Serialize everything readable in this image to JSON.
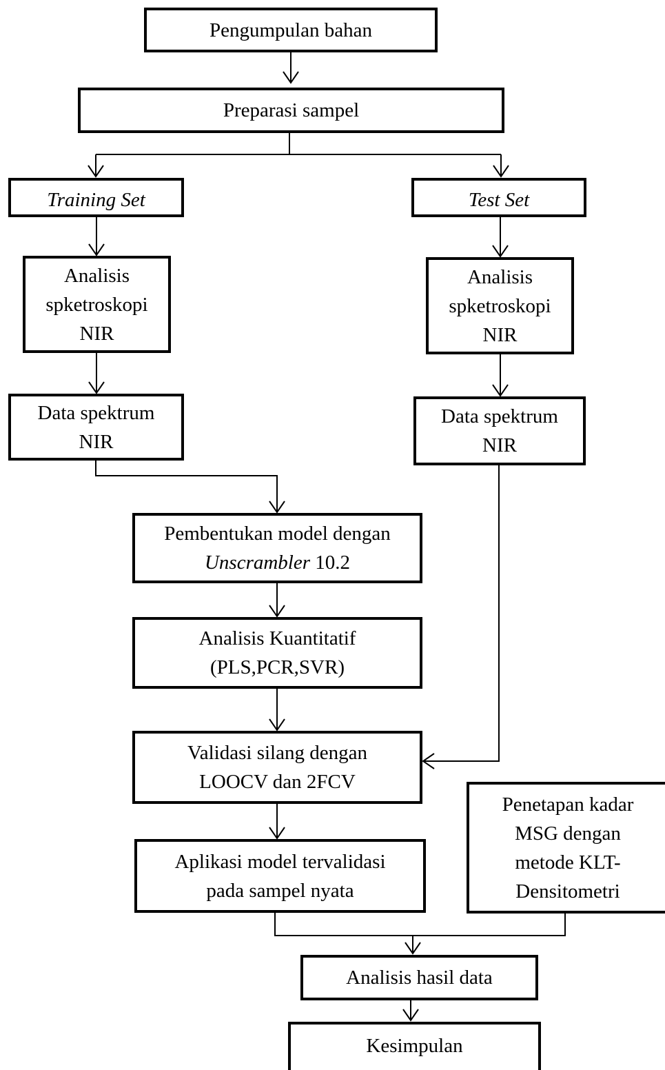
{
  "nodes": {
    "pengumpulan": {
      "line1": "Pengumpulan bahan"
    },
    "preparasi": {
      "line1": "Preparasi sampel"
    },
    "training_set": {
      "line1": "Training Set"
    },
    "test_set": {
      "line1": "Test Set"
    },
    "analisis_left": {
      "line1": "Analisis",
      "line2": "spketroskopi",
      "line3": "NIR"
    },
    "analisis_right": {
      "line1": "Analisis",
      "line2": "spketroskopi",
      "line3": "NIR"
    },
    "data_left": {
      "line1": "Data spektrum",
      "line2": "NIR"
    },
    "data_right": {
      "line1": "Data spektrum",
      "line2": "NIR"
    },
    "pembentukan": {
      "line1": "Pembentukan model dengan",
      "line2_italic": "Unscrambler",
      "line2_rest": " 10.2"
    },
    "kuantitatif": {
      "line1": "Analisis Kuantitatif",
      "line2": "(PLS,PCR,SVR)"
    },
    "validasi": {
      "line1": "Validasi silang dengan",
      "line2": "LOOCV dan 2FCV"
    },
    "penetapan": {
      "line1": "Penetapan kadar",
      "line2": "MSG dengan",
      "line3": "metode KLT-",
      "line4": "Densitometri"
    },
    "aplikasi": {
      "line1": "Aplikasi model tervalidasi",
      "line2": "pada sampel nyata"
    },
    "hasil": {
      "line1": "Analisis hasil data"
    },
    "kesimpulan": {
      "line1": "Kesimpulan"
    }
  }
}
